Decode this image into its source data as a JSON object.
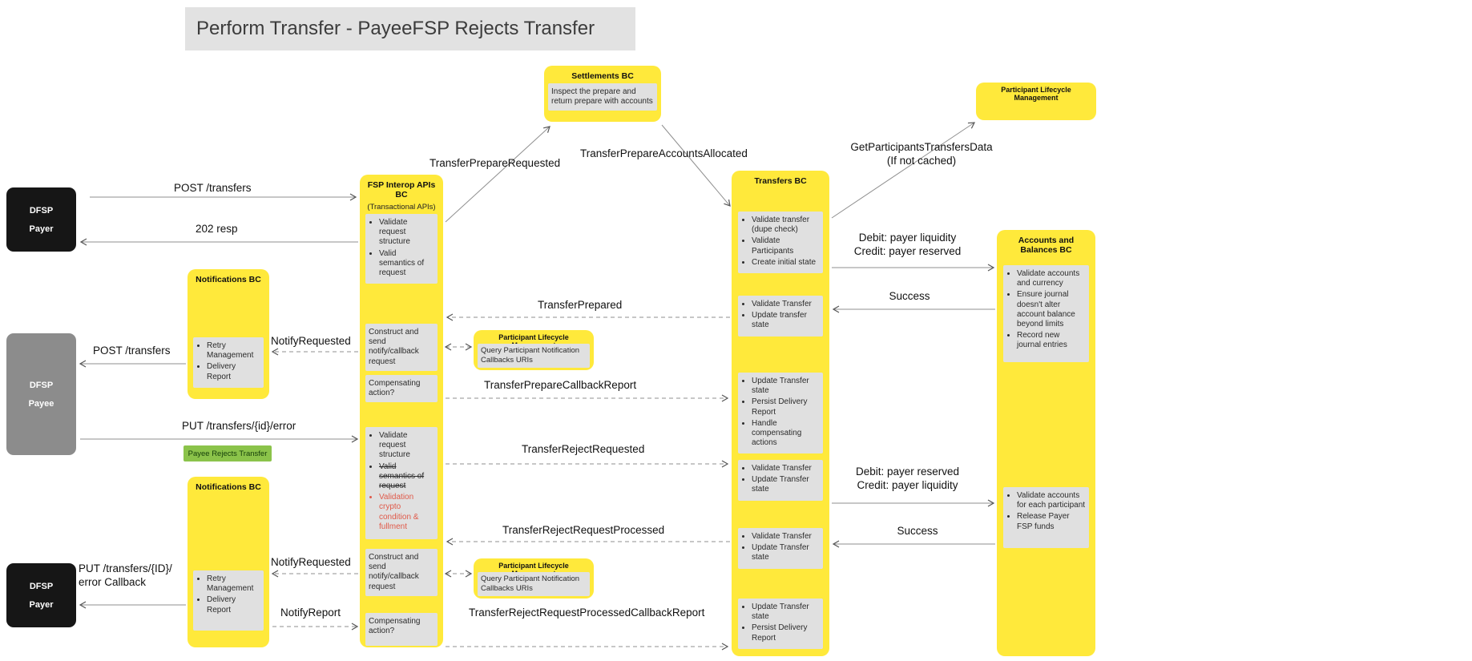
{
  "title": "Perform Transfer - PayeeFSP Rejects Transfer",
  "actors": {
    "payer_top": {
      "line1": "DFSP",
      "line2": "Payer"
    },
    "payee": {
      "line1": "DFSP",
      "line2": "Payee"
    },
    "payer_bottom": {
      "line1": "DFSP",
      "line2": "Payer"
    }
  },
  "settlements": {
    "title": "Settlements BC",
    "note": "Inspect the prepare and return prepare with accounts"
  },
  "plm_top": {
    "title": "Participant Lifecycle Management"
  },
  "plm_mid1": {
    "title": "Participant Lifecycle Management",
    "note": "Query Participant Notification Callbacks URIs"
  },
  "plm_mid2": {
    "title": "Participant Lifecycle Management",
    "note": "Query Participant Notification Callbacks URIs"
  },
  "fsp_interop": {
    "title": "FSP Interop APIs BC",
    "subtitle": "(Transactional APIs)",
    "note1": [
      "Validate request structure",
      "Valid semantics of request"
    ],
    "note2": "Construct and send notify/callback request",
    "note3": "Compensating action?",
    "note4": [
      "Validate request structure",
      "Valid semantics of request",
      "Validation crypto condition & fullment"
    ],
    "note5": "Construct and send notify/callback request",
    "note6": "Compensating action?"
  },
  "notifications_top": {
    "title": "Notifications BC",
    "note": [
      "Retry Management",
      "Delivery Report"
    ]
  },
  "notifications_bottom": {
    "title": "Notifications BC",
    "note": [
      "Retry Management",
      "Delivery Report"
    ]
  },
  "transfers": {
    "title": "Transfers BC",
    "note1": [
      "Validate transfer (dupe check)",
      "Validate Participants",
      "Create initial state"
    ],
    "note2": [
      "Validate Transfer",
      "Update transfer state"
    ],
    "note3": [
      "Update Transfer state",
      "Persist Delivery Report",
      "Handle compensating actions"
    ],
    "note4": [
      "Validate Transfer",
      "Update Transfer state"
    ],
    "note5": [
      "Validate Transfer",
      "Update Transfer state"
    ],
    "note6": [
      "Update Transfer state",
      "Persist Delivery Report"
    ]
  },
  "accounts": {
    "title": "Accounts and Balances BC",
    "note1": [
      "Validate accounts and currency",
      "Ensure journal doesn't alter account balance beyond limits",
      "Record new journal entries"
    ],
    "note2": [
      "Validate accounts for each participant",
      "Release Payer FSP funds"
    ]
  },
  "messages": {
    "post_transfers_1": "POST /transfers",
    "resp_202": "202 resp",
    "transfer_prepare_requested": "TransferPrepareRequested",
    "transfer_prepare_accounts_allocated": "TransferPrepareAccountsAllocated",
    "get_participants_1": "GetParticipantsTransfersData",
    "get_participants_2": "(If not cached)",
    "debit_liquidity_1": "Debit: payer liquidity",
    "debit_liquidity_2": "Credit: payer reserved",
    "success_1": "Success",
    "transfer_prepared": "TransferPrepared",
    "notify_requested_1": "NotifyRequested",
    "post_transfers_2": "POST /transfers",
    "transfer_prepare_callback_report": "TransferPrepareCallbackReport",
    "put_transfers_error": "PUT /transfers/{id}/error",
    "payee_rejects": "Payee Rejects Transfer",
    "transfer_reject_requested": "TransferRejectRequested",
    "debit_reserved_1": "Debit: payer reserved",
    "debit_reserved_2": "Credit: payer liquidity",
    "transfer_reject_request_processed": "TransferRejectRequestProcessed",
    "success_2": "Success",
    "notify_requested_2": "NotifyRequested",
    "put_error_callback_1": "PUT /transfers/{ID}/",
    "put_error_callback_2": "error Callback",
    "notify_report": "NotifyReport",
    "transfer_reject_processed_callback": "TransferRejectRequestProcessedCallbackReport"
  }
}
